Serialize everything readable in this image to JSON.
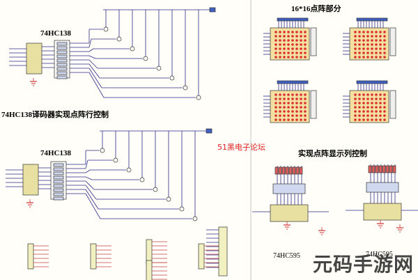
{
  "labels": {
    "decoder_top": "74HC138",
    "decoder_bottom": "74HC138",
    "decoder_caption": "74HC138译码器实现点阵行控制",
    "matrix_title": "16*16点阵部分",
    "column_title": "实现点阵显示列控制",
    "shift_left": "74HC595",
    "shift_right": "74HC595",
    "forum": "51黑电子论坛"
  },
  "watermark": "元码手游网",
  "colors": {
    "wire": "#2a2a8a",
    "chip_body": "#e8e0a0",
    "matrix_red": "#d83030",
    "matrix_bg": "#f4e0a0",
    "ground": "#d03030"
  }
}
